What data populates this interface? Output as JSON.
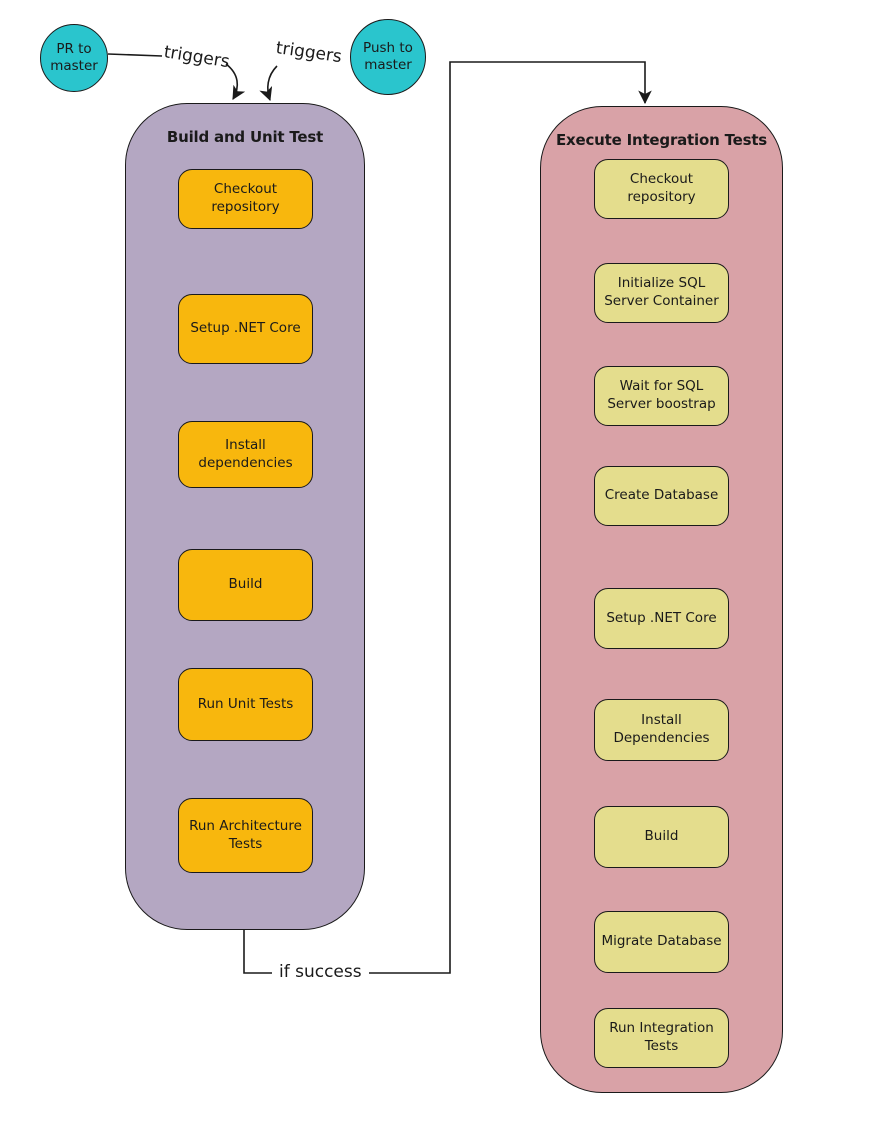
{
  "circles": [
    {
      "label": "PR to master"
    },
    {
      "label": "Push to master"
    }
  ],
  "labels": {
    "triggers_left": "triggers",
    "triggers_right": "triggers",
    "if_success": "if success"
  },
  "pipelines": [
    {
      "title": "Build and Unit Test",
      "steps": [
        "Checkout repository",
        "Setup .NET Core",
        "Install dependencies",
        "Build",
        "Run Unit Tests",
        "Run Architecture Tests"
      ]
    },
    {
      "title": "Execute Integration Tests",
      "steps": [
        "Checkout repository",
        "Initialize SQL Server Container",
        "Wait for SQL Server boostrap",
        "Create Database",
        "Setup .NET Core",
        "Install Dependencies",
        "Build",
        "Migrate Database",
        "Run Integration Tests"
      ]
    }
  ],
  "colors": {
    "trigger_circle": "#2ac5cd",
    "build_container": "#b4a7c2",
    "build_step": "#f8b70d",
    "integration_container": "#d9a2a7",
    "integration_step": "#e4dd8d",
    "stroke": "#1a1a1a"
  }
}
